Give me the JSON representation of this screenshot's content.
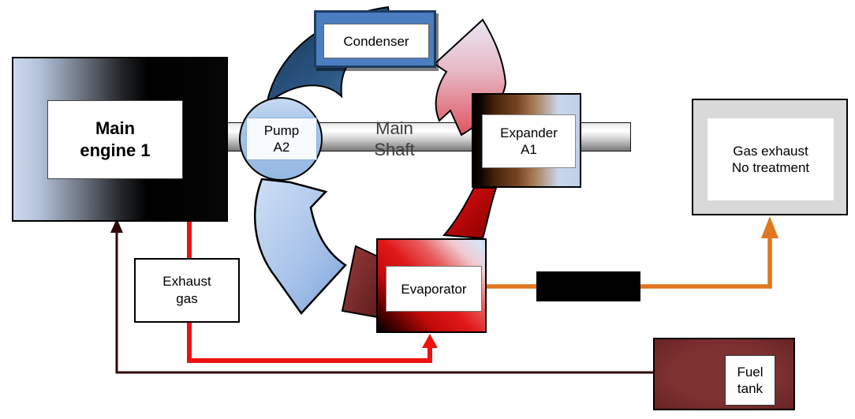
{
  "diagram": {
    "nodes": {
      "main_engine": {
        "label": "Main\nengine 1"
      },
      "pump": {
        "label": "Pump\nA2"
      },
      "condenser": {
        "label": "Condenser"
      },
      "main_shaft": {
        "label": "Main\nShaft"
      },
      "expander": {
        "label": "Expander\nA1"
      },
      "gas_exhaust": {
        "label": "Gas exhaust\nNo treatment"
      },
      "evaporator": {
        "label": "Evaporator"
      },
      "exhaust_gas": {
        "label": "Exhaust\ngas"
      },
      "fuel_tank": {
        "label": "Fuel\ntank"
      }
    },
    "flows": [
      {
        "name": "engine-exhaust-to-evaporator",
        "via": "Exhaust gas",
        "color": "#ee1111",
        "style": "thick-line-arrow"
      },
      {
        "name": "fuel-tank-to-main-engine",
        "color": "#2d0a0a",
        "style": "thin-line-arrow"
      },
      {
        "name": "evaporator-to-gas-exhaust",
        "color": "#e0771e",
        "style": "line-arrow-through-black-duct"
      },
      {
        "name": "condenser-to-pump",
        "color": "#24507e",
        "style": "curved-band"
      },
      {
        "name": "pump-to-evaporator",
        "color": "#8fb2e0",
        "style": "curved-arrow"
      },
      {
        "name": "expander-to-condenser",
        "color": "#dd5560",
        "style": "curved-arrow"
      },
      {
        "name": "evaporator-to-expander",
        "color": "#c00000",
        "style": "curved-ribbon"
      }
    ],
    "colors": {
      "exhaust_gas_line": "#ee1111",
      "fuel_line": "#2d0a0a",
      "treated_gas_line": "#e0771e",
      "condenser_fill": "#4a7ec0",
      "pump_fill": "#a8c5e9",
      "fuel_tank_fill": "#7e3131",
      "gas_exhaust_fill": "#d9d9d9",
      "evaporator_red": "#e01818",
      "expander_brown": "#7a4623",
      "shaft_gray": "#d6d6d6",
      "cycle_blue_light": "#9dbde8",
      "cycle_blue_dark": "#24507e",
      "cycle_pink": "#dd5560"
    }
  }
}
